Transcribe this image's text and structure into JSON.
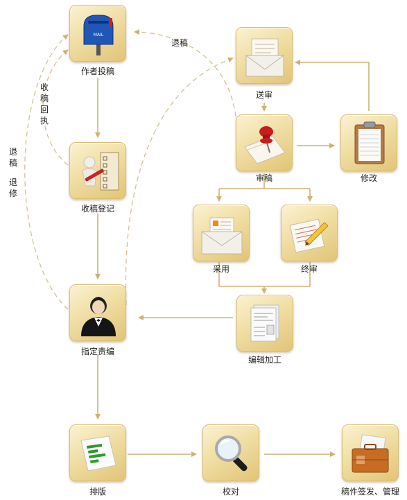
{
  "nodes": {
    "author_submit": "作者投稿",
    "receive_register": "收稿登记",
    "assign_editor": "指定责编",
    "send_review": "送审",
    "review": "审稿",
    "revise": "修改",
    "adopt": "采用",
    "final_review": "终审",
    "edit_process": "编辑加工",
    "typeset": "排版",
    "proofread": "校对",
    "issue_manage": "稿件签发、管理"
  },
  "edge_labels": {
    "return_top": "退稿",
    "receipt": "收稿回执",
    "return_left": "退稿",
    "return_revise": "退修"
  },
  "icons": {
    "mail_label": "MAIL"
  },
  "colors": {
    "arrow": "#cdb277",
    "node_light": "#fbf2d2",
    "node_dark": "#e2c476"
  }
}
